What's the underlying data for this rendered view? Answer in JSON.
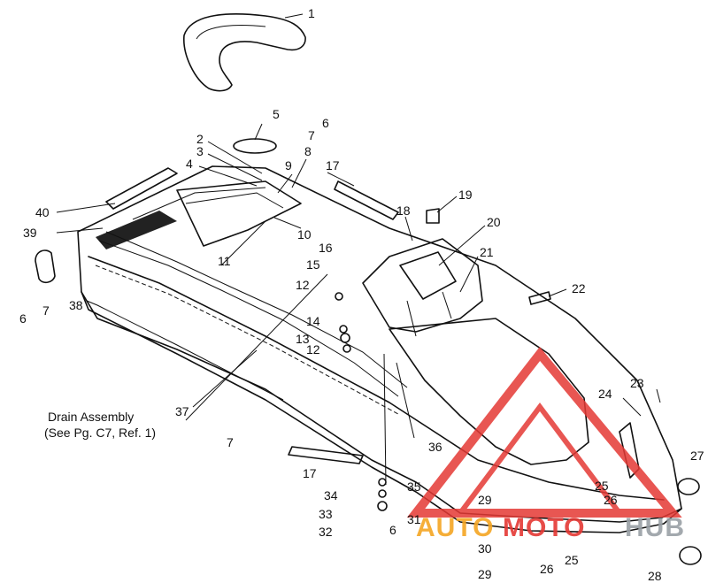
{
  "callouts": [
    {
      "id": "c1",
      "text": "1"
    },
    {
      "id": "c2",
      "text": "2"
    },
    {
      "id": "c3",
      "text": "3"
    },
    {
      "id": "c4",
      "text": "4"
    },
    {
      "id": "c5",
      "text": "5"
    },
    {
      "id": "c6a",
      "text": "6"
    },
    {
      "id": "c7a",
      "text": "7"
    },
    {
      "id": "c8",
      "text": "8"
    },
    {
      "id": "c9",
      "text": "9"
    },
    {
      "id": "c10",
      "text": "10"
    },
    {
      "id": "c11",
      "text": "11"
    },
    {
      "id": "c12a",
      "text": "12"
    },
    {
      "id": "c12b",
      "text": "12"
    },
    {
      "id": "c13",
      "text": "13"
    },
    {
      "id": "c14",
      "text": "14"
    },
    {
      "id": "c15",
      "text": "15"
    },
    {
      "id": "c16",
      "text": "16"
    },
    {
      "id": "c17a",
      "text": "17"
    },
    {
      "id": "c17b",
      "text": "17"
    },
    {
      "id": "c18",
      "text": "18"
    },
    {
      "id": "c19",
      "text": "19"
    },
    {
      "id": "c20",
      "text": "20"
    },
    {
      "id": "c21",
      "text": "21"
    },
    {
      "id": "c22",
      "text": "22"
    },
    {
      "id": "c23",
      "text": "23"
    },
    {
      "id": "c24",
      "text": "24"
    },
    {
      "id": "c25a",
      "text": "25"
    },
    {
      "id": "c25b",
      "text": "25"
    },
    {
      "id": "c26a",
      "text": "26"
    },
    {
      "id": "c26b",
      "text": "26"
    },
    {
      "id": "c27",
      "text": "27"
    },
    {
      "id": "c28",
      "text": "28"
    },
    {
      "id": "c29a",
      "text": "29"
    },
    {
      "id": "c29b",
      "text": "29"
    },
    {
      "id": "c30",
      "text": "30"
    },
    {
      "id": "c31",
      "text": "31"
    },
    {
      "id": "c32",
      "text": "32"
    },
    {
      "id": "c33",
      "text": "33"
    },
    {
      "id": "c34",
      "text": "34"
    },
    {
      "id": "c35",
      "text": "35"
    },
    {
      "id": "c36",
      "text": "36"
    },
    {
      "id": "c37",
      "text": "37"
    },
    {
      "id": "c38",
      "text": "38"
    },
    {
      "id": "c39",
      "text": "39"
    },
    {
      "id": "c40",
      "text": "40"
    },
    {
      "id": "c6b",
      "text": "6"
    },
    {
      "id": "c7b",
      "text": "7"
    },
    {
      "id": "c7c",
      "text": "7"
    },
    {
      "id": "c6c",
      "text": "6"
    }
  ],
  "note": {
    "line1": "Drain Assembly",
    "line2": "(See Pg. C7, Ref. 1)"
  },
  "watermark": {
    "text_a": "AUTO",
    "text_b": "MOTO",
    "text_c": "HUB",
    "color_primary": "#e53935",
    "color_secondary": "#f5a623",
    "color_tertiary": "#9aa0a6"
  }
}
